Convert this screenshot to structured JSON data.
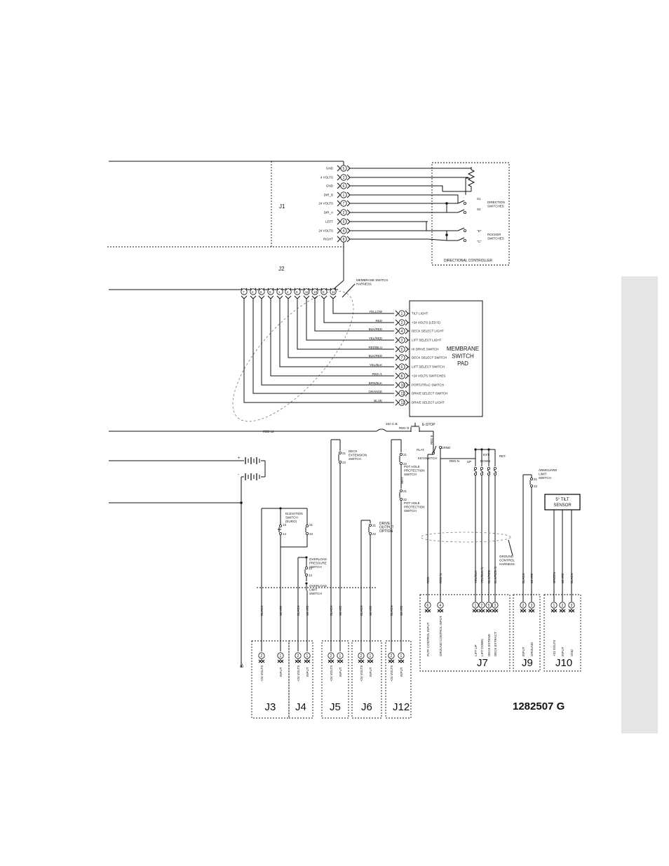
{
  "j1": {
    "label": "J1",
    "pins": [
      {
        "name": "GND",
        "num": "5"
      },
      {
        "name": "4 VOLTS",
        "num": "3"
      },
      {
        "name": "GND",
        "num": "6"
      },
      {
        "name": "DIR_B",
        "num": "1"
      },
      {
        "name": "24 VOLTS",
        "num": "7"
      },
      {
        "name": "DIR_A",
        "num": "2"
      },
      {
        "name": "LEFT",
        "num": "9"
      },
      {
        "name": "24 VOLTS",
        "num": "4"
      },
      {
        "name": "RIGHT",
        "num": "8"
      }
    ]
  },
  "directional_controller": {
    "label": "DIRECTIONAL CONTROLLER",
    "direction_switches": "DIRECTION\nSWITCHES",
    "rocker_switches": "ROCKER\nSWITCHES",
    "s1": "S1",
    "s2": "S2",
    "rocker_a": "\"D\"",
    "rocker_b": "\"C\""
  },
  "j2": {
    "label": "J2",
    "harness": "MEMBRANE SWITCH\nHARNESS",
    "top_pins": [
      "7",
      "2",
      "6",
      "5",
      "1",
      "4",
      "9",
      "12",
      "10",
      "8",
      "11"
    ],
    "wires": [
      {
        "color": "YELLOW",
        "num": "1",
        "function": "TILT LIGHT"
      },
      {
        "color": "RED",
        "num": "2",
        "function": "+24 VOLTS (LED`S)"
      },
      {
        "color": "BLK/RED",
        "num": "4",
        "function": "DECK SELECT LIGHT"
      },
      {
        "color": "YEL/RED",
        "num": "3",
        "function": "LIFT SELECT LIGHT"
      },
      {
        "color": "RED/BLU",
        "num": "5",
        "function": "HI DRIVE SWITCH"
      },
      {
        "color": "BLK/RED",
        "num": "7",
        "function": "DECK SELECT SWITCH"
      },
      {
        "color": "YEL/BLK",
        "num": "6",
        "function": "LIFT SELECT SWITCH"
      },
      {
        "color": "RED /1",
        "num": "8",
        "function": "+24 VOLTS SWITCHES"
      },
      {
        "color": "BRN/BLK",
        "num": "10",
        "function": "PORTATRAC SWITCH"
      },
      {
        "color": "ORANGE",
        "num": "11",
        "function": "DRIVE SELECT SWITCH"
      },
      {
        "color": "BLUE",
        "num": "12",
        "function": "DRIVE SELECT LIGHT"
      }
    ],
    "pad_label": "MEMBRANE\nSWITCH\nPAD"
  },
  "power": {
    "red12": "RED 12",
    "breaker": "15A C.B.",
    "red2": "RED /2",
    "estop": "E-STOP",
    "red8": "RED 8",
    "plat": "PLAT.",
    "grnd": "GRND",
    "keyswitch": "KEYSWITCH",
    "redn": "RED N",
    "up": "UP",
    "ext": "EXT.",
    "down": "DOWN",
    "ret": "RET.",
    "plus": "+",
    "minus": "-",
    "bminus": "B-"
  },
  "switches": {
    "deck_extension": "DECK\nEXTENSION\nSWITCH",
    "pothole1": "POT HOLE\nPROTECTION\nSWITCH",
    "pothole2": "POT HOLE\nPROTECTION\nSWITCH",
    "drive_output": "DRIVE\nOUTPUT\nOPTION",
    "elevation": "ELEVATION\nSWITCH\n(EURO)",
    "overload_pressure": "OVERLOAD\nPRESSURE\nSWITCH",
    "overload_limit": "OVERLOAD\nLIMIT\nSWITCH",
    "armguard": "ARMGUARD\nLIMIT\nSWITCH",
    "ground_harness": "GROUND\nCONTROL\nHARNESS",
    "tilt_sensor": "5° TILT\nSENSOR",
    "term_21": "21",
    "term_22": "22",
    "term_13": "13",
    "term_14": "14",
    "wht": "WHT"
  },
  "connectors": {
    "black": "BLACK",
    "white": "WHITE",
    "plus24": "+24 VOLTS",
    "input": "INPUT",
    "j3": "J3",
    "j4": "J4",
    "j5": "J5",
    "j6": "J6",
    "j12": "J12",
    "j7": "J7",
    "j9": "J9",
    "j10": "J10",
    "j7_pins": [
      {
        "num": "6",
        "wire": "RED",
        "func": "PLTF CONTROL INPUT"
      },
      {
        "num": "4",
        "wire": "RED /1",
        "func": "GROUND CONTROL INPUT"
      },
      {
        "num": "1",
        "wire": "YEL/BLK",
        "func": "LIFT UP"
      },
      {
        "num": "2",
        "wire": "YEL/BLK /1",
        "func": "LIFT DOWN"
      },
      {
        "num": "5",
        "wire": "BLK/RED",
        "func": "DECK EXTEND"
      },
      {
        "num": "3",
        "wire": "BLK/RED /1",
        "func": "DECK EXTRACT"
      }
    ],
    "j9_pins": [
      {
        "num": "2",
        "wire": "BLACK",
        "func": "INPUT"
      },
      {
        "num": "3",
        "wire": "WHITE",
        "func": "GROUND"
      }
    ],
    "j10_pins": [
      {
        "num": "1",
        "wire": "GREEN",
        "func": "+24 VOLTS"
      },
      {
        "num": "2",
        "wire": "WHITE",
        "func": "INPUT"
      },
      {
        "num": "3",
        "wire": "BLACK",
        "func": "GND"
      }
    ]
  },
  "drawing_number": "1282507 G"
}
